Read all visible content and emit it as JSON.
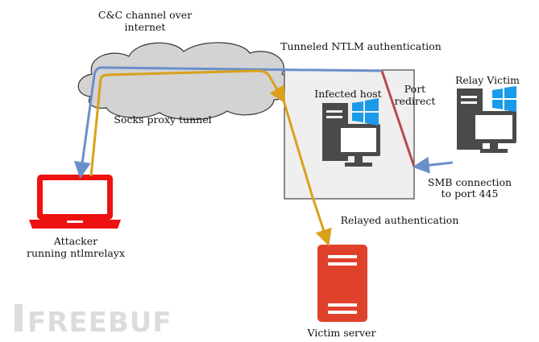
{
  "labels": {
    "cc_channel_line1": "C&C channel over",
    "cc_channel_line2": "internet",
    "tunneled_ntlm": "Tunneled NTLM authentication",
    "socks_proxy": "Socks proxy tunnel",
    "infected_host": "Infected host",
    "port_redirect_line1": "Port",
    "port_redirect_line2": "redirect",
    "relay_victim": "Relay Victim",
    "smb_line1": "SMB connection",
    "smb_line2": "to port 445",
    "relayed_auth": "Relayed authentication",
    "attacker_line1": "Attacker",
    "attacker_line2": "running ntlmrelayx",
    "victim_server": "Victim server",
    "watermark": "FREEBUF"
  },
  "colors": {
    "cloud_fill": "#d3d3d3",
    "laptop": "#ee1111",
    "server": "#e0412b",
    "pc": "#4a4a4a",
    "windows_logo": "#1a9be8",
    "path_blue": "#6b8fc9",
    "path_gold": "#d9a01a",
    "path_red": "#b84a4a"
  }
}
